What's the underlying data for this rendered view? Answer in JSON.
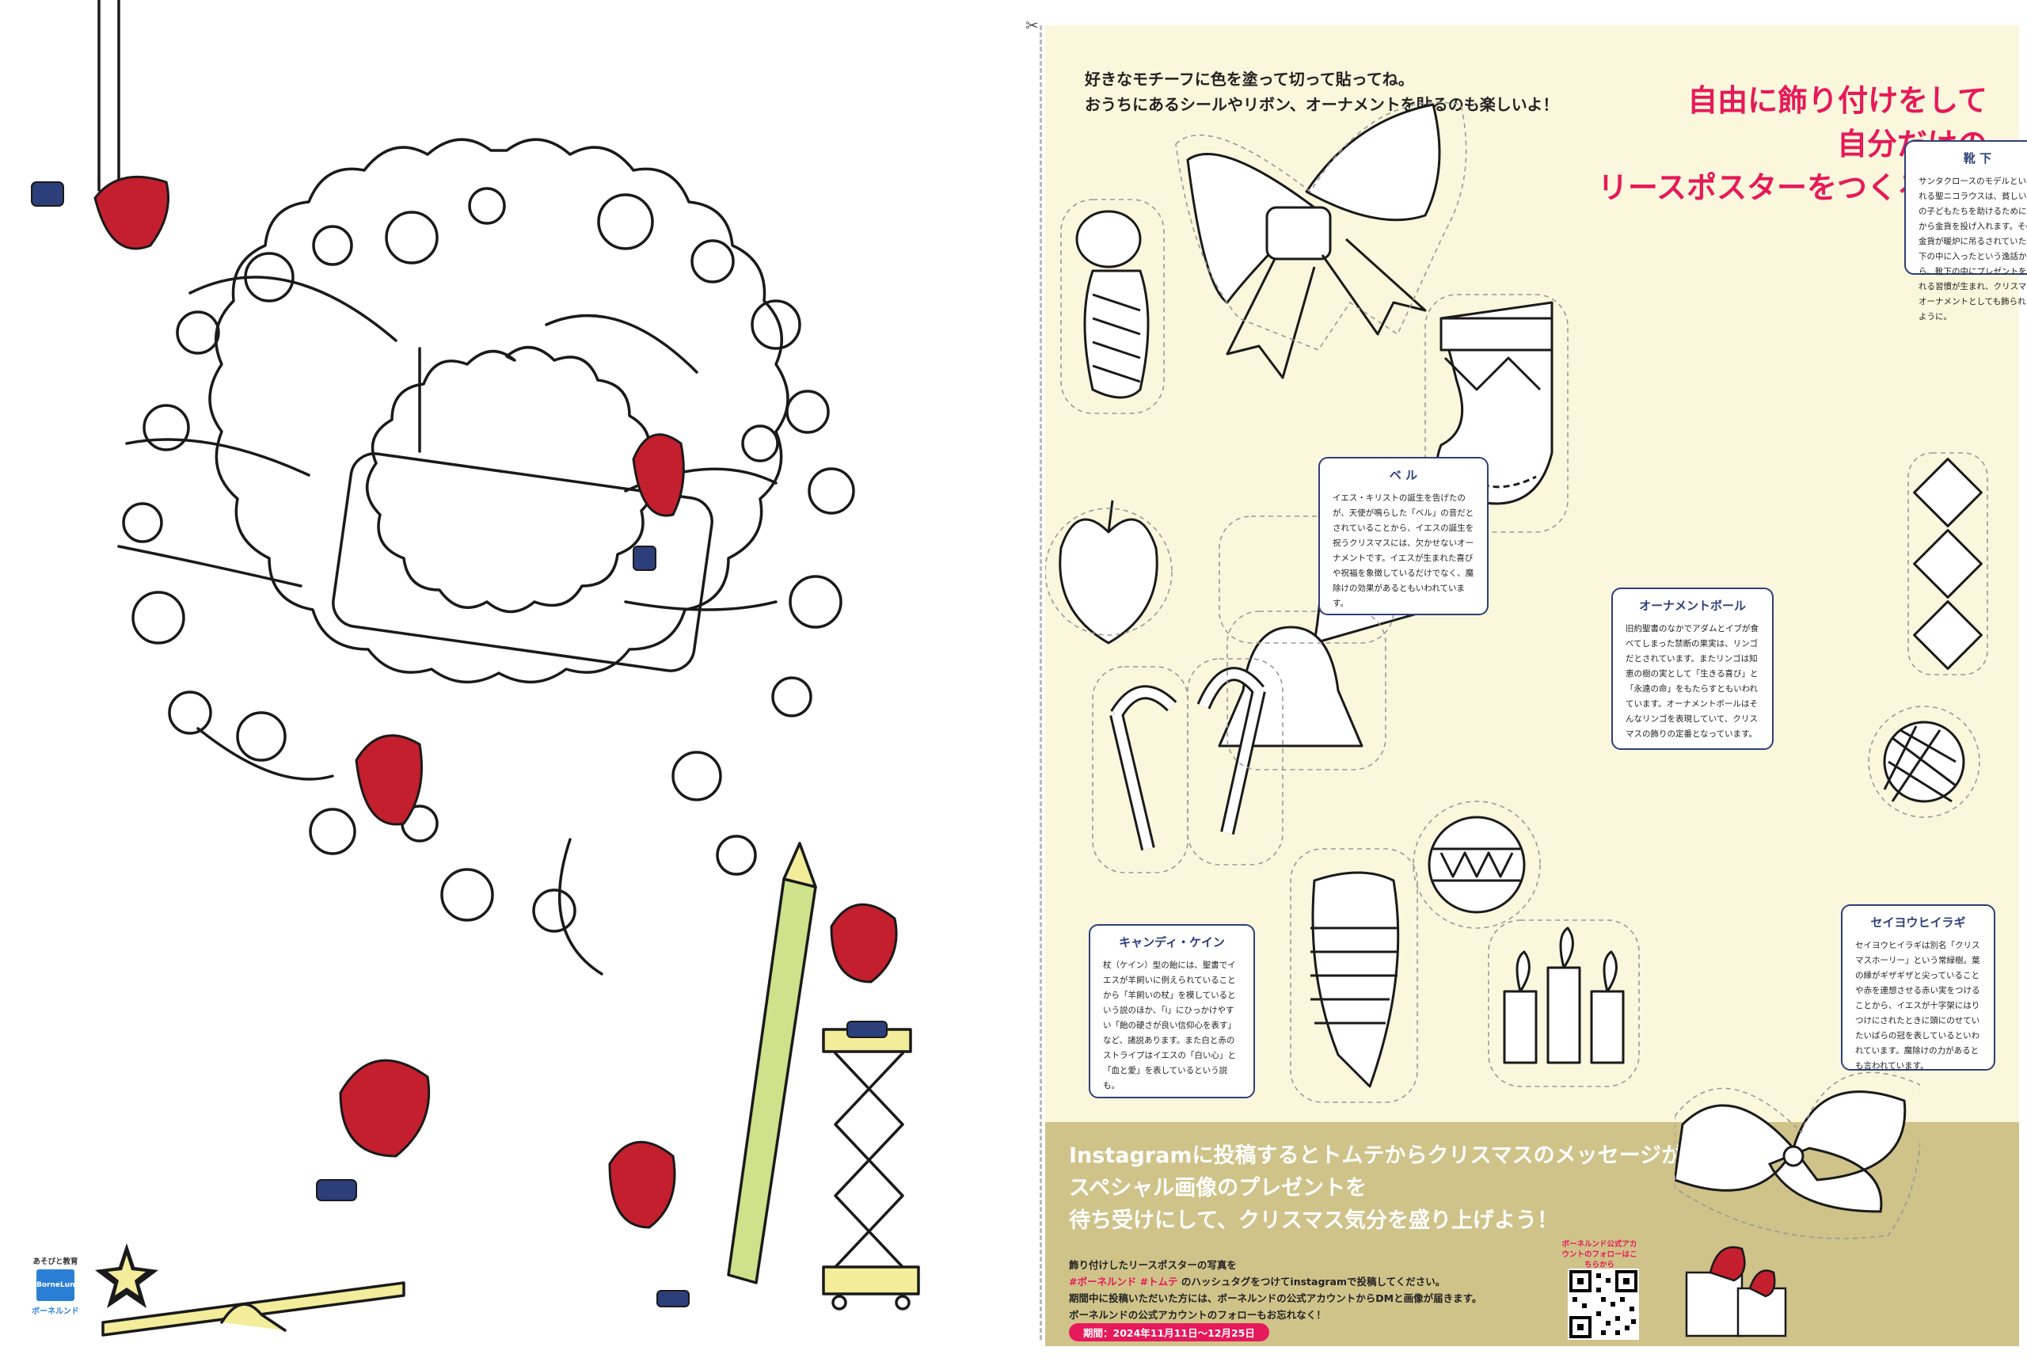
{
  "intro": {
    "line1": "好きなモチーフに色を塗って切って貼ってね。",
    "line2": "おうちにあるシールやリボン、オーナメントを貼るのも楽しいよ！"
  },
  "headline": {
    "line1": "自由に飾り付けをして",
    "line2": "自分だけの",
    "line3": "リースポスターをつくろう！"
  },
  "bubbles": {
    "stocking": {
      "title": "靴 下",
      "body": "サンタクロースのモデルといわれる聖ニコラウスは、貧しい家の子どもたちを助けるために窓から金貨を投げ入れます。その金貨が暖炉に吊るされていた靴下の中に入ったという逸話から、靴下の中にプレゼントを入れる習慣が生まれ、クリスマスオーナメントとしても飾られるように。"
    },
    "bell": {
      "title": "ベ ル",
      "body": "イエス・キリストの誕生を告げたのが、天使が鳴らした「ベル」の音だとされていることから、イエスの誕生を祝うクリスマスには、欠かせないオーナメントです。イエスが生まれた喜びや祝福を象徴しているだけでなく、魔除けの効果があるともいわれています。"
    },
    "ornament": {
      "title": "オーナメントボール",
      "body": "旧約聖書のなかでアダムとイブが食べてしまった禁断の果実は、リンゴだとされています。またリンゴは知恵の樹の実として「生きる喜び」と「永遠の命」をもたらすともいわれています。オーナメントボールはそんなリンゴを表現していて、クリスマスの飾りの定番となっています。"
    },
    "candy": {
      "title": "キャンディ・ケイン",
      "body": "杖（ケイン）型の飴には、聖書でイエスが羊飼いに例えられていることから「羊飼いの杖」を模しているという説のほか、「ⅰ」にひっかけやすい「飴の硬さが良い信仰心を表す」など、諸説あります。また白と赤のストライプはイエスの「白い心」と「血と愛」を表しているという説も。"
    },
    "holly": {
      "title": "セイヨウヒイラギ",
      "body": "セイヨウヒイラギは別名「クリスマスホーリー」という常緑樹。葉の縁がギザギザと尖っていることや赤を連想させる赤い実をつけることから、イエスが十字架にはりつけにされたときに頭にのせていたいばらの冠を表しているといわれています。魔除けの力があるとも言われています。"
    }
  },
  "banner": {
    "line1": "Instagramに投稿するとトムテからクリスマスのメッセージが！",
    "line2": "スペシャル画像のプレゼントを",
    "line3": "待ち受けにして、クリスマス気分を盛り上げよう！",
    "body1": "飾り付けしたリースポスターの写真を",
    "body2_tags": "#ボーネルンド #トムテ",
    "body2_rest": " のハッシュタグをつけてinstagramで投稿してください。",
    "body3": "期間中に投稿いただいた方には、ボーネルンドの公式アカウントからDMと画像が届きます。",
    "body4": "ボーネルンドの公式アカウントのフォローもお忘れなく！",
    "period": "期間：2024年11月11日〜12月25日",
    "qr_note": "ボーネルンド公式アカウントのフォローはこちらから"
  },
  "logo": {
    "top": "あそびと教育",
    "brand": "BorneLund",
    "name": "ボーネルンド"
  },
  "colors": {
    "accent_pink": "#e6195a",
    "navy": "#2d3f7a",
    "cream": "#fbf7dc",
    "banner": "#cfc38a",
    "tomte_red": "#c41f2e"
  }
}
